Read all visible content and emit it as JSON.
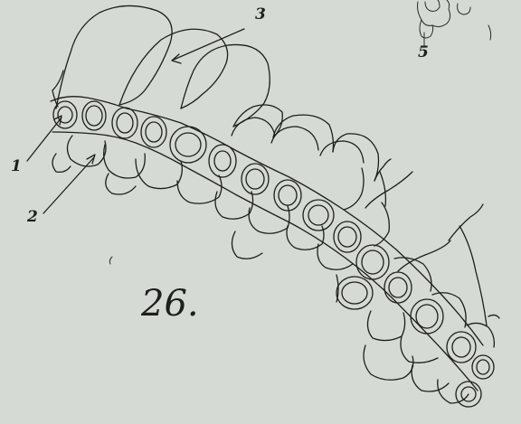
{
  "figure": {
    "number": "26.",
    "labels": {
      "one": "1",
      "two": "2",
      "three": "3",
      "five": "5"
    }
  }
}
